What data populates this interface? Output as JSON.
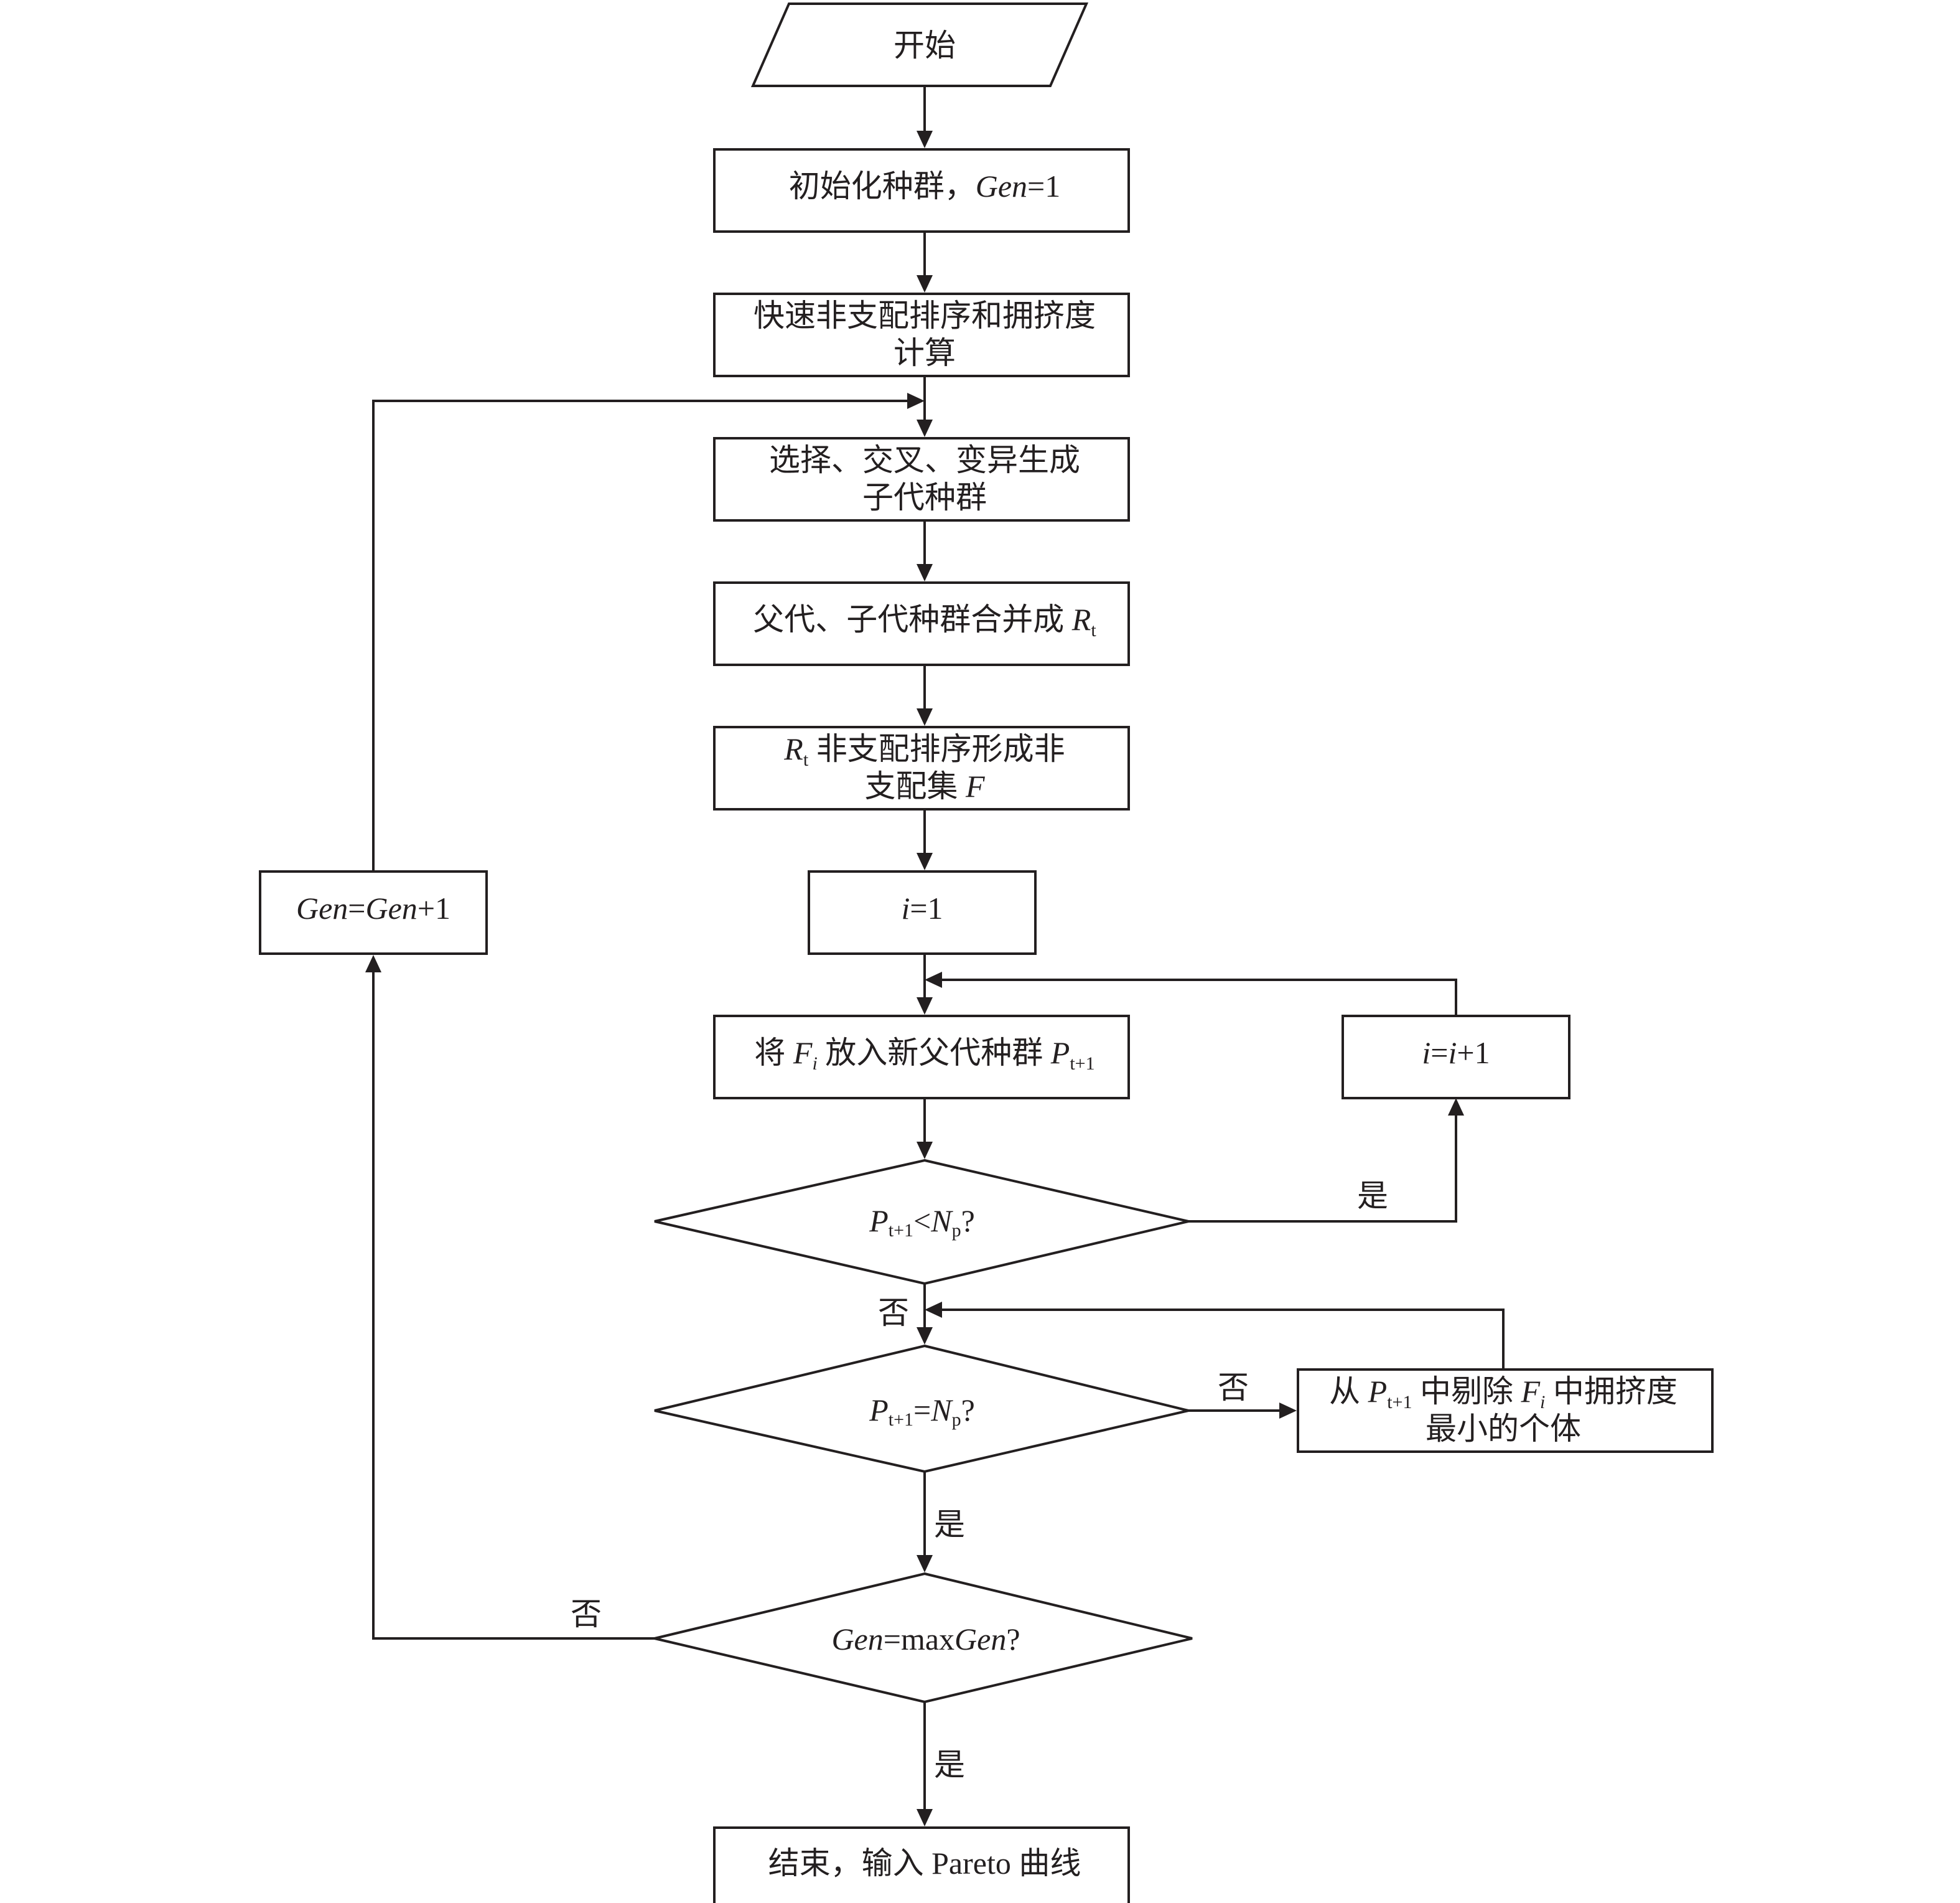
{
  "nodes": {
    "start": "开始",
    "init_text": "初始化种群，",
    "init_var": "Gen",
    "init_val": "=1",
    "sort_line1": "快速非支配排序和拥挤度",
    "sort_line2": "计算",
    "select_line1": "选择、交叉、变异生成",
    "select_line2": "子代种群",
    "merge_text": "父代、子代种群合并成 ",
    "merge_var": "R",
    "merge_sub": "t",
    "ndsort_var": "R",
    "ndsort_sub": "t",
    "ndsort_line1": " 非支配排序形成非",
    "ndsort_line2": "支配集 ",
    "ndsort_var2": "F",
    "i_init_var": "i",
    "i_init_val": "=1",
    "place_pre": "将 ",
    "place_var": "F",
    "place_sub": "i",
    "place_mid": " 放入新父代种群 ",
    "place_var2": "P",
    "place_sub2": "t+1",
    "i_inc_var1": "i",
    "i_inc_eq": "=",
    "i_inc_var2": "i",
    "i_inc_val": "+1",
    "cond1_var": "P",
    "cond1_sub": "t+1",
    "cond1_op": "<",
    "cond1_var2": "N",
    "cond1_sub2": "p",
    "cond1_q": "?",
    "cond2_var": "P",
    "cond2_sub": "t+1",
    "cond2_op": "=",
    "cond2_var2": "N",
    "cond2_sub2": "p",
    "cond2_q": "?",
    "remove_pre": "从 ",
    "remove_var": "P",
    "remove_sub": "t+1",
    "remove_mid": " 中剔除 ",
    "remove_var2": "F",
    "remove_sub2": "i",
    "remove_post": " 中拥挤度",
    "remove_line2": "最小的个体",
    "cond3_var": "Gen",
    "cond3_op": "=max",
    "cond3_var2": "Gen",
    "cond3_q": "?",
    "gen_inc_var": "Gen",
    "gen_inc_eq": "=",
    "gen_inc_var2": "Gen",
    "gen_inc_val": "+1",
    "end_text": "结束，输入 Pareto 曲线"
  },
  "edge_labels": {
    "cond1_yes": "是",
    "cond1_no": "否",
    "cond2_no": "否",
    "cond2_yes": "是",
    "cond3_no": "否",
    "cond3_yes": "是"
  }
}
